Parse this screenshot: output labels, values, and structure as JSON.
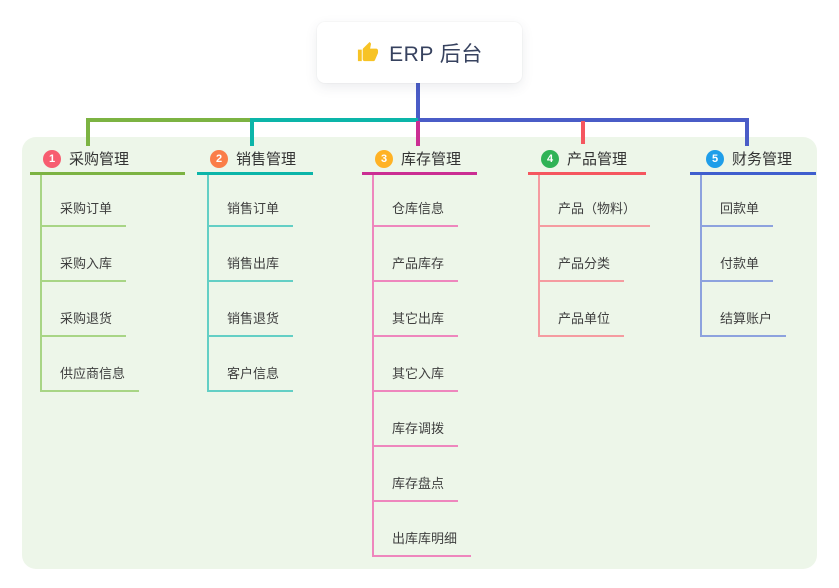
{
  "root": {
    "title": "ERP 后台",
    "icon": "thumbs-up-icon",
    "icon_color": "#f7c325"
  },
  "canvas": {
    "background": "#ffffff",
    "panel_background": "#edf6e9",
    "root_connector_color": "#4a5cc7"
  },
  "branches": [
    {
      "badge": "1",
      "label": "采购管理",
      "colors": {
        "badge": "#f75d70",
        "main": "#7cb342",
        "light": "#a8d585"
      },
      "children": [
        "采购订单",
        "采购入库",
        "采购退货",
        "供应商信息"
      ]
    },
    {
      "badge": "2",
      "label": "销售管理",
      "colors": {
        "badge": "#fa7d48",
        "main": "#0cb5a9",
        "light": "#63cfc5"
      },
      "children": [
        "销售订单",
        "销售出库",
        "销售退货",
        "客户信息"
      ]
    },
    {
      "badge": "3",
      "label": "库存管理",
      "colors": {
        "badge": "#ffb224",
        "main": "#cb2e93",
        "light": "#ee86bd"
      },
      "children": [
        "仓库信息",
        "产品库存",
        "其它出库",
        "其它入库",
        "库存调拨",
        "库存盘点",
        "出库库明细"
      ]
    },
    {
      "badge": "4",
      "label": "产品管理",
      "colors": {
        "badge": "#30b356",
        "main": "#f5565f",
        "light": "#f59ba0"
      },
      "children": [
        "产品（物料）",
        "产品分类",
        "产品单位"
      ]
    },
    {
      "badge": "5",
      "label": "财务管理",
      "colors": {
        "badge": "#1f9ee9",
        "main": "#3f5ece",
        "light": "#8da2de"
      },
      "children": [
        "回款单",
        "付款单",
        "结算账户"
      ]
    }
  ]
}
